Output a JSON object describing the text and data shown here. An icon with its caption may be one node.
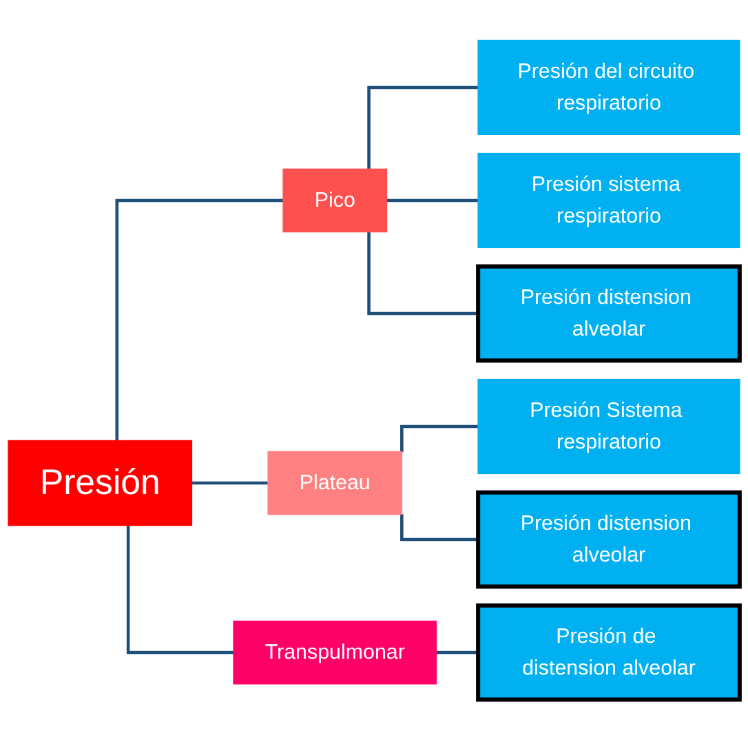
{
  "diagram": {
    "nodes": [
      {
        "text": [
          "Presión"
        ]
      },
      {
        "text": [
          "Pico"
        ]
      },
      {
        "text": [
          "Presión del circuito respiratorio"
        ]
      },
      {
        "text": [
          "Presión sistema respiratorio"
        ]
      },
      {
        "text": [
          "Presión distension alveolar"
        ]
      },
      {
        "text": [
          "Plateau"
        ]
      },
      {
        "text": [
          "Presión Sistema respiratorio"
        ]
      },
      {
        "text": [
          "Presión distension alveolar"
        ]
      },
      {
        "text": [
          "Transpulmonar"
        ]
      },
      {
        "text": [
          "Presión de distension alveolar"
        ]
      }
    ],
    "edges": [
      {
        "from": 0,
        "to": 1,
        "arrow": "none"
      },
      {
        "from": 0,
        "to": 5,
        "arrow": "none"
      },
      {
        "from": 0,
        "to": 8,
        "arrow": "none"
      },
      {
        "from": 1,
        "to": 2,
        "arrow": "none"
      },
      {
        "from": 1,
        "to": 3,
        "arrow": "none"
      },
      {
        "from": 1,
        "to": 4,
        "arrow": "none"
      },
      {
        "from": 5,
        "to": 6,
        "arrow": "none"
      },
      {
        "from": 5,
        "to": 7,
        "arrow": "none"
      },
      {
        "from": 8,
        "to": 9,
        "arrow": "none"
      }
    ]
  }
}
